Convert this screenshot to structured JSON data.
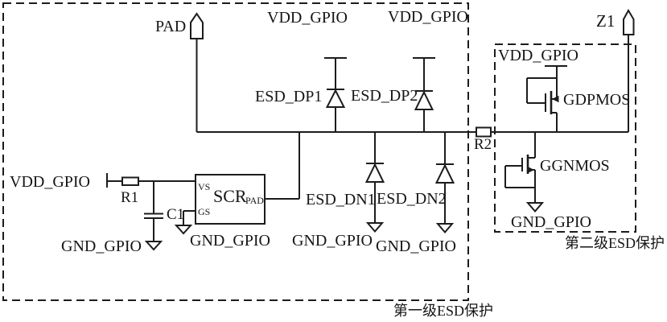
{
  "colors": {
    "line": "#1c1c1c",
    "background": "#ffffff",
    "text": "#151515"
  },
  "stage1": {
    "caption": "第一级ESD保护",
    "pad_terminal": "PAD",
    "vdd_input": "VDD_GPIO",
    "r1": "R1",
    "c1": "C1",
    "gnd_input": "GND_GPIO",
    "scr_name": "SCR",
    "scr_subscript": "PAD",
    "scr_pin_vs": "VS",
    "scr_pin_gs": "GS",
    "gnd_scr": "GND_GPIO",
    "vdd_dp1": "VDD_GPIO",
    "vdd_dp2": "VDD_GPIO",
    "esd_dp1": "ESD_DP1",
    "esd_dp2": "ESD_DP2",
    "esd_dn1": "ESD_DN1",
    "esd_dn2": "ESD_DN2",
    "gnd_dn1": "GND_GPIO",
    "gnd_dn2": "GND_GPIO"
  },
  "interstage": {
    "r2": "R2"
  },
  "stage2": {
    "caption": "第二级ESD保护",
    "z1_terminal": "Z1",
    "vdd": "VDD_GPIO",
    "gdpmos": "GDPMOS",
    "ggnmos": "GGNMOS",
    "gnd": "GND_GPIO"
  }
}
